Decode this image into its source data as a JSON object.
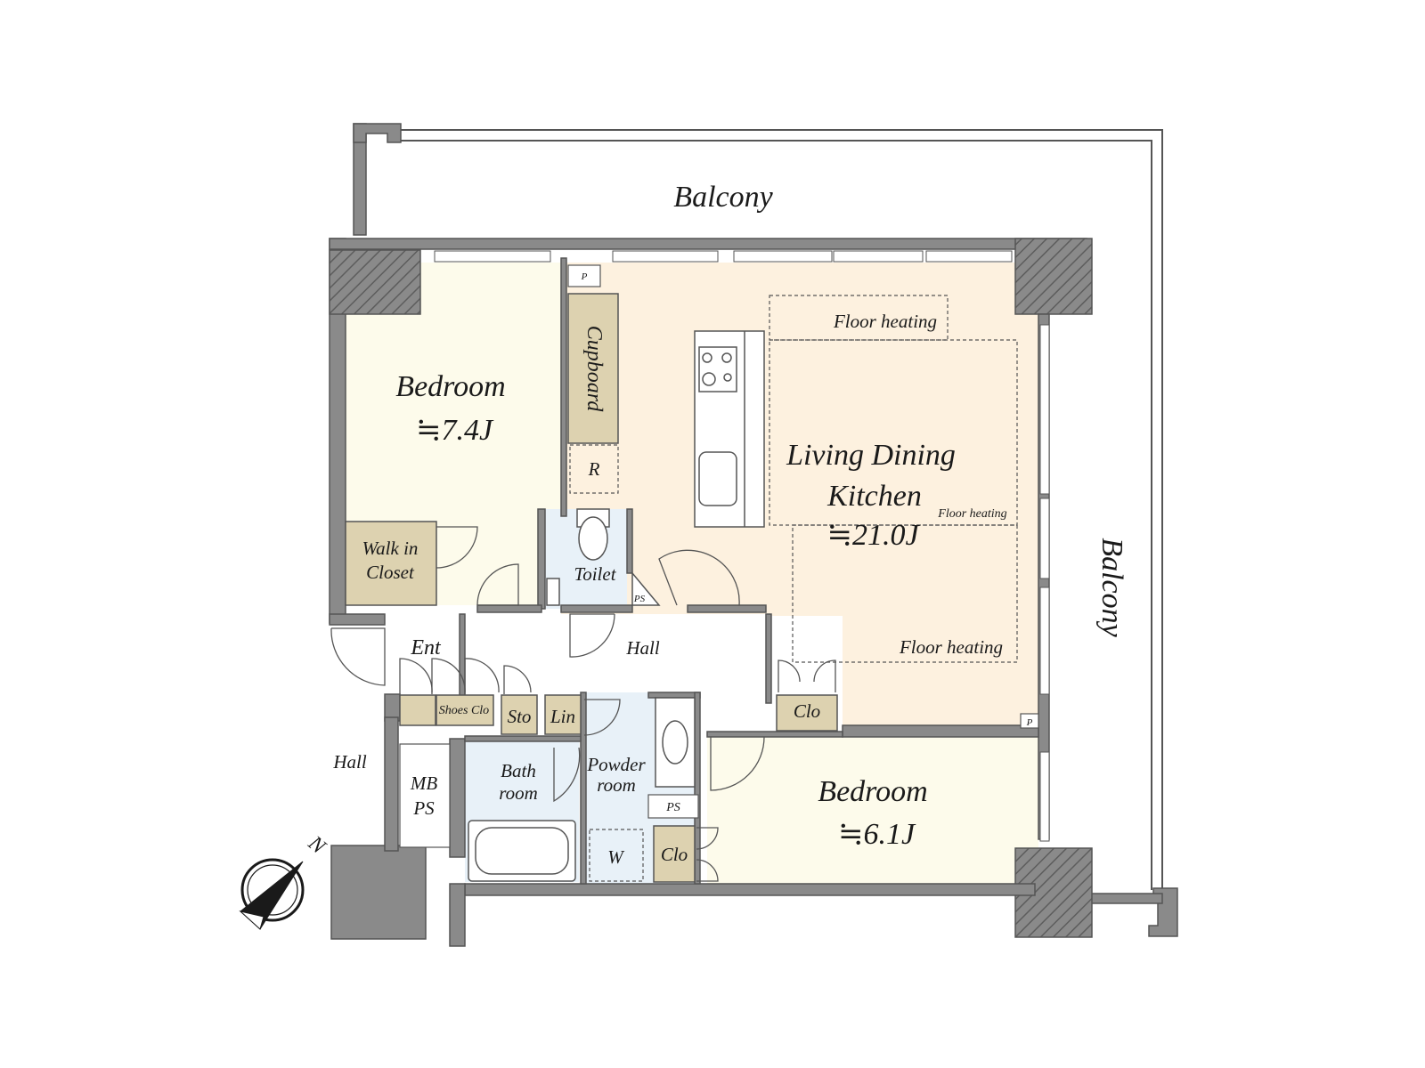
{
  "colors": {
    "wall": "#8a8a8a",
    "wall_dark": "#6e6e6e",
    "bedroom": "#fdfbeb",
    "ldk": "#fdf1df",
    "wet": "#e8f1f8",
    "storage": "#ddd2b0",
    "outline": "#555555"
  },
  "labels": {
    "balcony_top": "Balcony",
    "balcony_right": "Balcony",
    "bedroom1_name": "Bedroom",
    "bedroom1_size": "≒7.4J",
    "bedroom2_name": "Bedroom",
    "bedroom2_size": "≒6.1J",
    "ldk_line1": "Living Dining",
    "ldk_line2": "Kitchen",
    "ldk_size": "≒21.0J",
    "floor_heating_1": "Floor heating",
    "floor_heating_2": "Floor heating",
    "floor_heating_3": "Floor heating",
    "cupboard": "Cupboard",
    "refrigerator": "R",
    "pipe_space_top": "P",
    "pipe_space_right": "P",
    "toilet": "Toilet",
    "ps_small": "PS",
    "walk_in_line1": "Walk in",
    "walk_in_line2": "Closet",
    "entrance": "Ent",
    "hall_inner": "Hall",
    "hall_outer": "Hall",
    "shoes_closet": "Shoes Clo",
    "storage": "Sto",
    "linen": "Lin",
    "closet_ldk": "Clo",
    "closet_bed2": "Clo",
    "bath_line1": "Bath",
    "bath_line2": "room",
    "powder_line1": "Powder",
    "powder_line2": "room",
    "washer": "W",
    "ps_powder": "PS",
    "mbps_line1": "MB",
    "mbps_line2": "PS",
    "compass": "N"
  }
}
